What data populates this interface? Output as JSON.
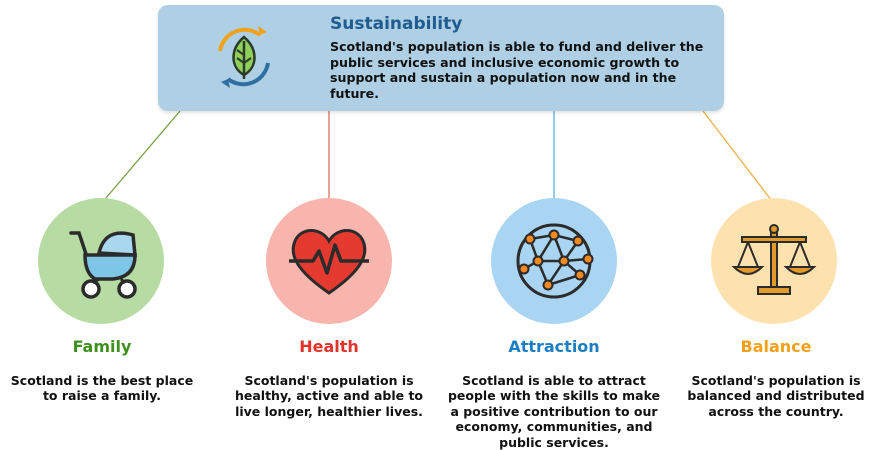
{
  "header": {
    "title": "Sustainability",
    "text": "Scotland's population is able to fund and deliver the public services and inclusive economic growth to support and sustain a population now and in the future."
  },
  "pillars": [
    {
      "title": "Family",
      "description": "Scotland is the best place to raise a family.",
      "icon": "pram-icon",
      "color": "#3f8f1f",
      "circle": "#b6dba3",
      "line": "#7aa04a"
    },
    {
      "title": "Health",
      "description": "Scotland's population is healthy, active and able to live longer, healthier lives.",
      "icon": "heart-icon",
      "color": "#e0332b",
      "circle": "#f7b5ae",
      "line": "#d9705e"
    },
    {
      "title": "Attraction",
      "description": "Scotland is able to attract people with the skills to make a positive contribution to our economy, communities, and public services.",
      "icon": "network-globe-icon",
      "color": "#1c7fc4",
      "circle": "#a9d5f2",
      "line": "#58b5e0"
    },
    {
      "title": "Balance",
      "description": "Scotland's population is balanced and distributed across the country.",
      "icon": "scales-icon",
      "color": "#f2a11b",
      "circle": "#fde2b0",
      "line": "#eab04a"
    }
  ]
}
